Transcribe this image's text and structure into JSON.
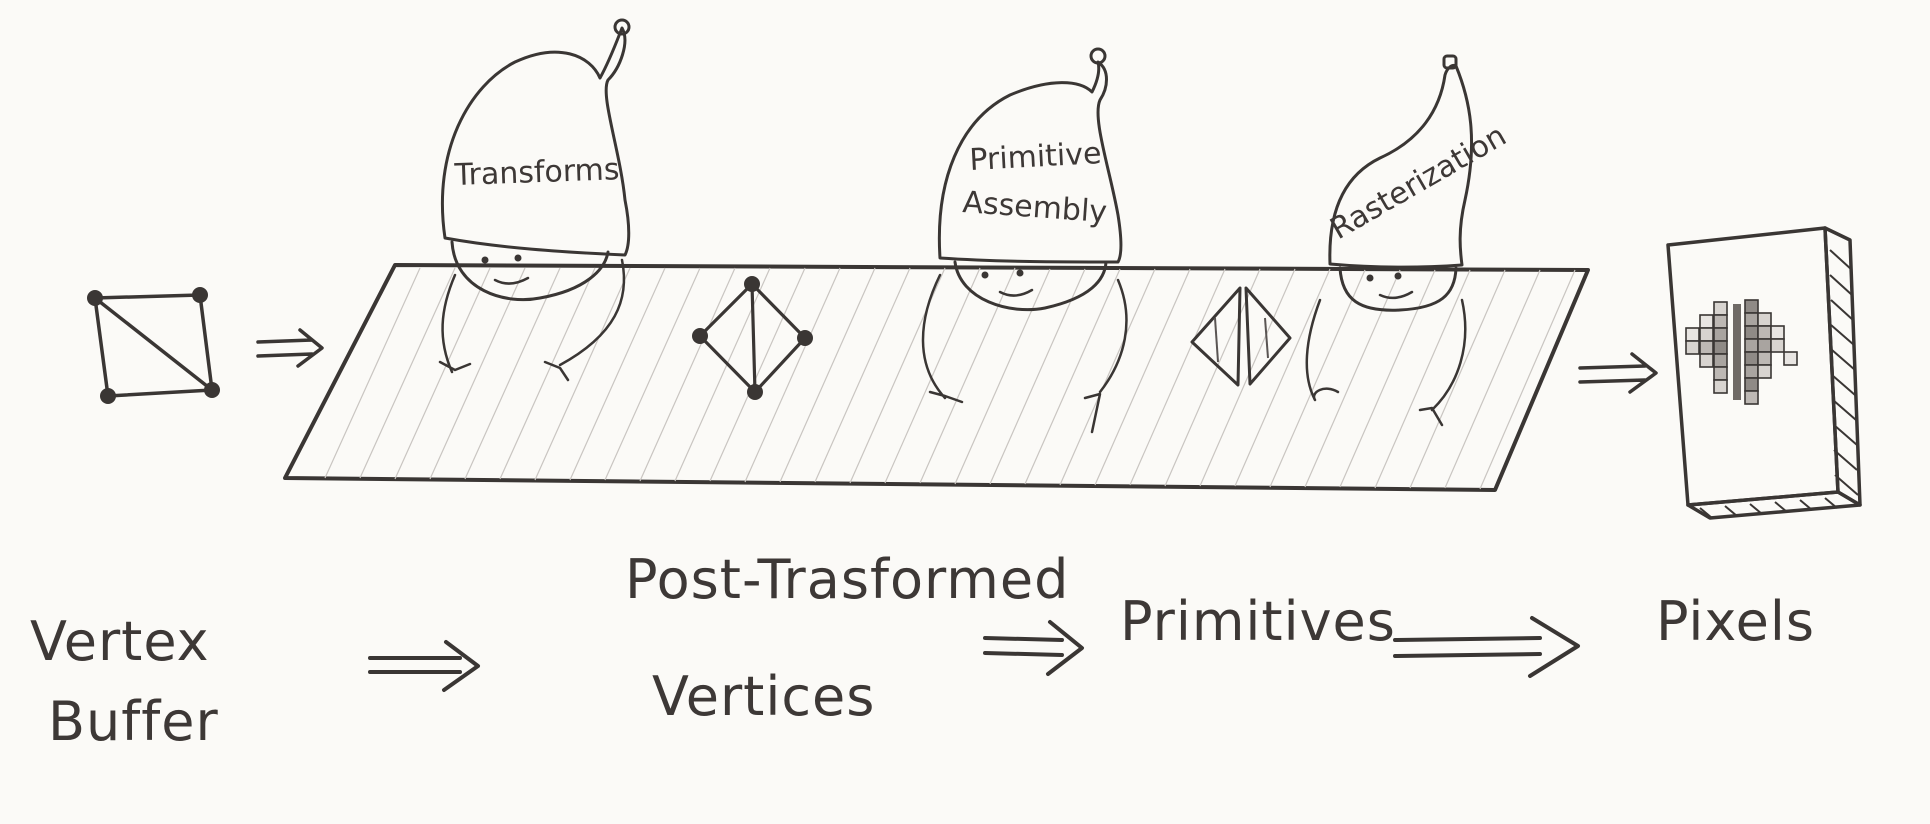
{
  "workers": [
    {
      "hat_label": "Transforms"
    },
    {
      "hat_label_lines": [
        "Primitive",
        "Assembly"
      ]
    },
    {
      "hat_label": "Rasterization"
    }
  ],
  "stages": {
    "vertex_buffer": [
      "Vertex",
      "Buffer"
    ],
    "post_transformed": [
      "Post-Trasformed",
      "Vertices"
    ],
    "primitives": "Primitives",
    "pixels": "Pixels"
  },
  "colors": {
    "ink": "#3a3634",
    "paper": "#fbfaf7",
    "shade": "#8a8582"
  }
}
